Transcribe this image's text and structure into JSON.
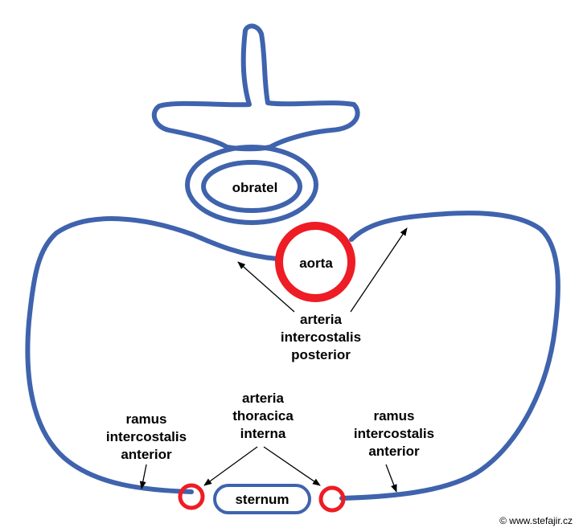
{
  "labels": {
    "vertebra": "obratel",
    "aorta": "aorta",
    "posterior_line1": "arteria",
    "posterior_line2": "intercostalis",
    "posterior_line3": "posterior",
    "thoracica_line1": "arteria",
    "thoracica_line2": "thoracica",
    "thoracica_line3": "interna",
    "ramus_left_line1": "ramus",
    "ramus_left_line2": "intercostalis",
    "ramus_left_line3": "anterior",
    "ramus_right_line1": "ramus",
    "ramus_right_line2": "intercostalis",
    "ramus_right_line3": "anterior",
    "sternum": "sternum",
    "copyright": "© www.stefajir.cz"
  },
  "colors": {
    "outline": "#3f63ad",
    "artery": "#ee1c24",
    "text": "#000000"
  }
}
